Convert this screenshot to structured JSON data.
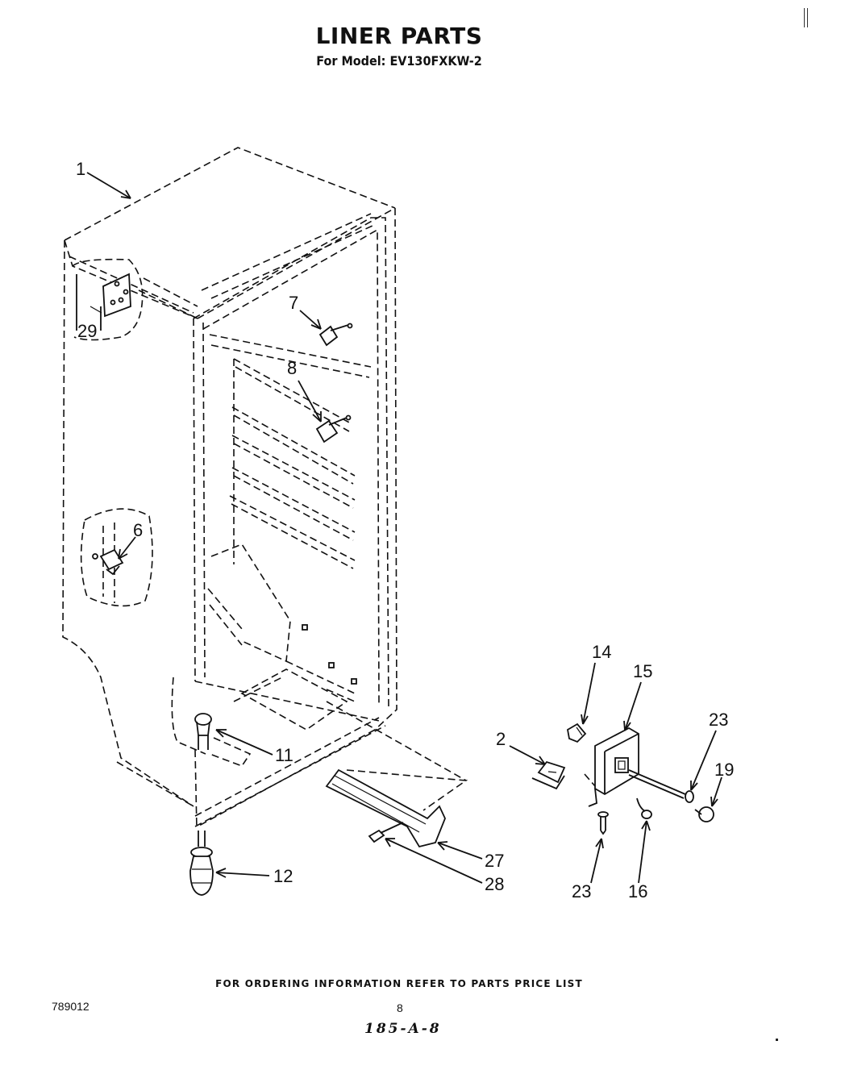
{
  "header": {
    "title": "LINER PARTS",
    "subtitle": "For Model: EV130FXKW-2"
  },
  "callouts": {
    "p1": "1",
    "p29": "29",
    "p7": "7",
    "p8": "8",
    "p6": "6",
    "p11": "11",
    "p12": "12",
    "p14": "14",
    "p15": "15",
    "p2": "2",
    "p23a": "23",
    "p19": "19",
    "p27": "27",
    "p28": "28",
    "p23b": "23",
    "p16": "16"
  },
  "footer": {
    "note": "FOR ORDERING INFORMATION REFER TO PARTS PRICE LIST",
    "doc_number": "789012",
    "page_number": "8",
    "handwritten_code": "185-A-8"
  }
}
